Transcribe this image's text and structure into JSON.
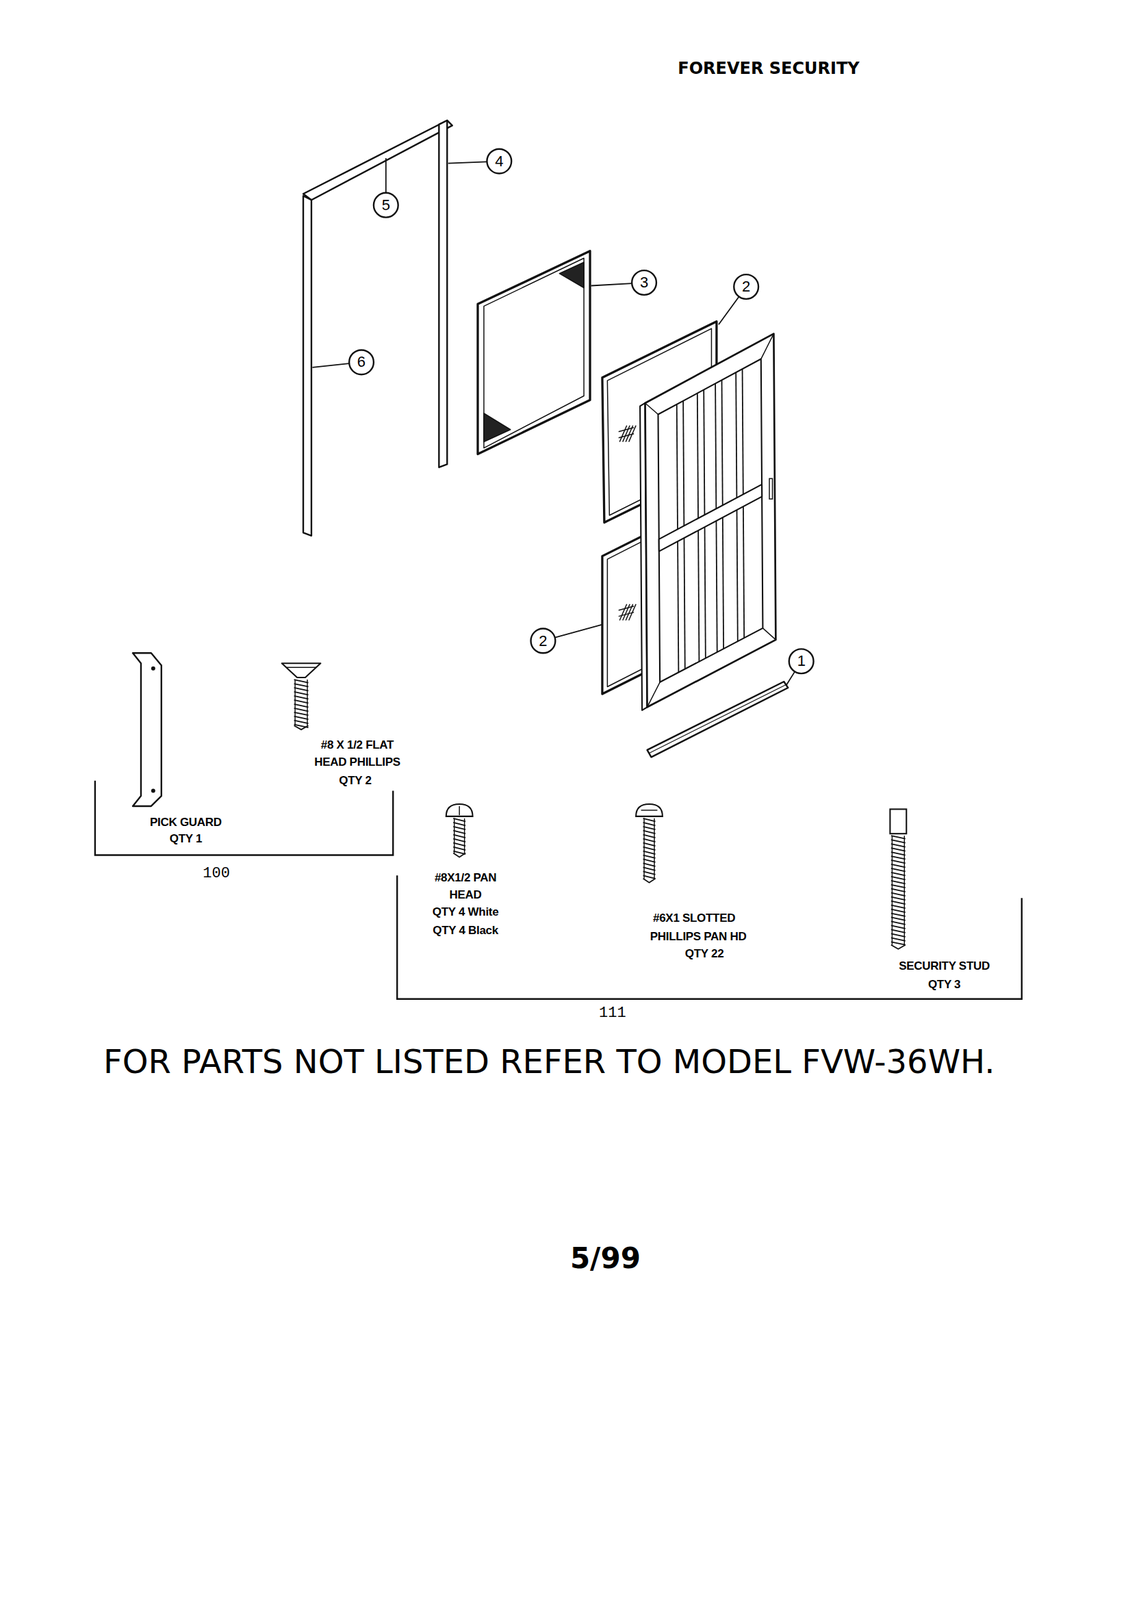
{
  "diagram": {
    "title": "FOREVER SECURITY",
    "labels": [
      "5",
      "4",
      "3",
      "2",
      "6",
      "2",
      "1",
      "PICK GUARD",
      "QTY 1",
      "#8 X 1/2 FLAT",
      "HEAD PHILLIPS",
      "QTY 2",
      "100",
      "#8X1/2 PAN",
      "HEAD",
      "QTY 4 White",
      "QTY 4 Black",
      "#6X1 SLOTTED",
      "PHILLIPS PAN HD",
      "QTY 22",
      "SECURITY STUD",
      "QTY 3",
      "111",
      "FOR PARTS NOT LISTED REFER TO MODEL FVW-36WH.",
      "5/99"
    ]
  }
}
